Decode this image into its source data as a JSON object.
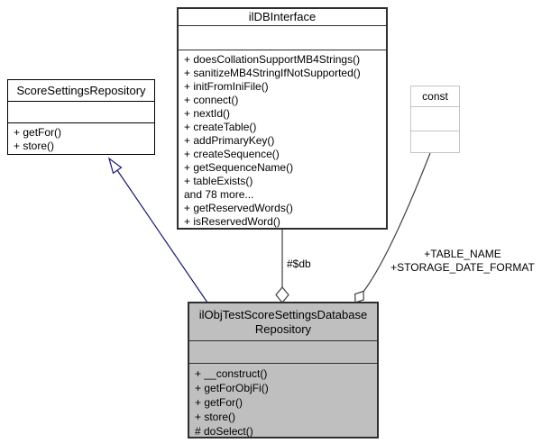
{
  "colors": {
    "inheritance_edge": "#191970",
    "aggregation_edge": "#404040",
    "focus_node_fill": "#bfbfbf",
    "node_fill": "#ffffff",
    "node_border": "#000000",
    "const_node_border": "#c4c4c4"
  },
  "classes": {
    "db_interface": {
      "name": "ilDBInterface",
      "methods": [
        "+ doesCollationSupportMB4Strings()",
        "+ sanitizeMB4StringIfNotSupported()",
        "+ initFromIniFile()",
        "+ connect()",
        "+ nextId()",
        "+ createTable()",
        "+ addPrimaryKey()",
        "+ createSequence()",
        "+ getSequenceName()",
        "+ tableExists()",
        "and 78 more...",
        "+ getReservedWords()",
        "+ isReservedWord()"
      ]
    },
    "score_settings_repository": {
      "name": "ScoreSettingsRepository",
      "methods": [
        "+ getFor()",
        "+ store()"
      ]
    },
    "const_node": {
      "name": "const",
      "methods": []
    },
    "focus": {
      "name": "ilObjTestScoreSettingsDatabase\nRepository",
      "methods": [
        "+ __construct()",
        "+ getForObjFi()",
        "+ getFor()",
        "+ store()",
        "# doSelect()"
      ]
    }
  },
  "edges": {
    "inheritance": {
      "type": "inheritance",
      "from": "ilObjTestScoreSettingsDatabaseRepository",
      "to": "ScoreSettingsRepository",
      "label": ""
    },
    "db_aggregation": {
      "type": "aggregation",
      "from": "ilDBInterface",
      "to": "ilObjTestScoreSettingsDatabaseRepository",
      "label": "#$db"
    },
    "const_aggregation": {
      "type": "aggregation",
      "from": "const",
      "to": "ilObjTestScoreSettingsDatabaseRepository",
      "label": "+TABLE_NAME\n+STORAGE_DATE_FORMAT"
    }
  }
}
